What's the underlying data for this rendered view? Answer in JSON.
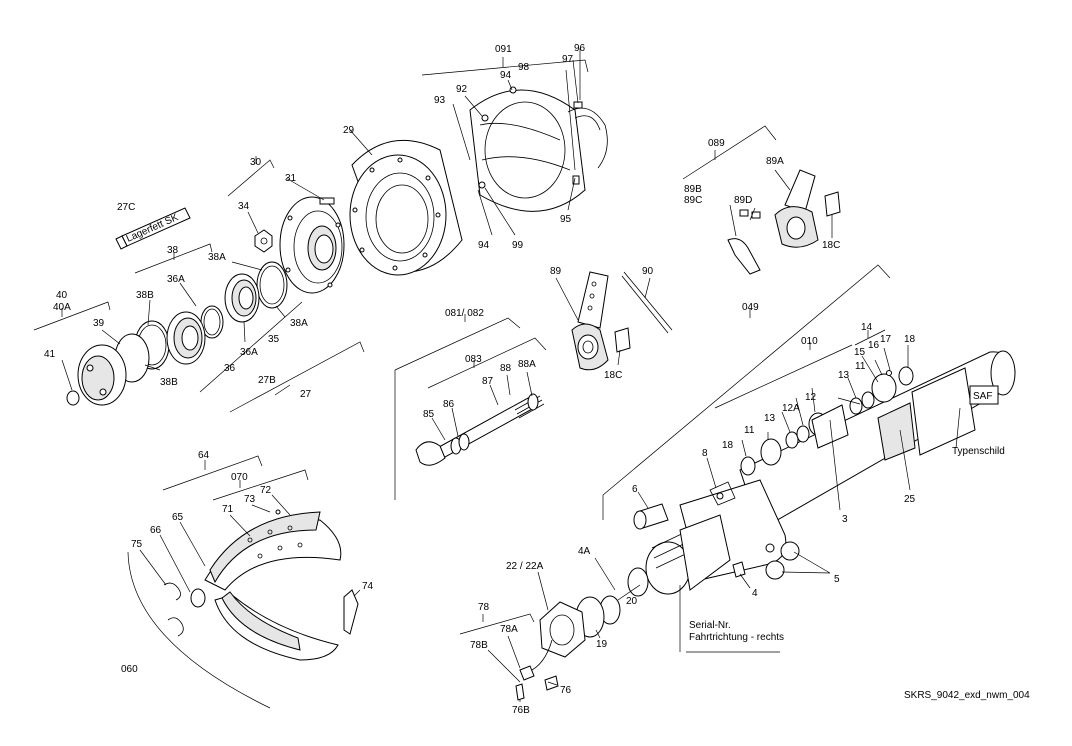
{
  "document_code": "SKRS_9042_exd_nwm_004",
  "labels": {
    "l091": "091",
    "l96": "96",
    "l97": "97",
    "l98": "98",
    "l94a": "94",
    "l92": "92",
    "l93": "93",
    "l29": "29",
    "l95": "95",
    "l94b": "94",
    "l99": "99",
    "l30": "30",
    "l31": "31",
    "l34": "34",
    "l27C": "27C",
    "l27C_text": "Lagerfett SK",
    "l38": "38",
    "l38A_top": "38A",
    "l36A_a": "36A",
    "l38B_a": "38B",
    "l40": "40",
    "l40A": "40A",
    "l39": "39",
    "l41": "41",
    "l38B_b": "38B",
    "l36": "36",
    "l36A_b": "36A",
    "l35": "35",
    "l38A_b": "38A",
    "l27B": "27B",
    "l27": "27",
    "l089": "089",
    "l89A": "89A",
    "l89B": "89B",
    "l89C": "89C",
    "l89D": "89D",
    "l18C_a": "18C",
    "l89": "89",
    "l90": "90",
    "l18C_b": "18C",
    "l081_082": "081/  082",
    "l083": "083",
    "l88": "88",
    "l88A": "88A",
    "l87": "87",
    "l85": "85",
    "l86": "86",
    "l049": "049",
    "l010": "010",
    "l14": "14",
    "l17": "17",
    "l16": "16",
    "l15": "15",
    "l18_a": "18",
    "l13_a": "13",
    "l11_a": "11",
    "l12": "12",
    "l12A": "12A",
    "l13_b": "13",
    "l11_b": "11",
    "l18_b": "18",
    "l8": "8",
    "l3": "3",
    "l25": "25",
    "l6": "6",
    "l5": "5",
    "l4": "4",
    "l4A": "4A",
    "l20": "20",
    "l19": "19",
    "l22": "22 / 22A",
    "l78": "78",
    "l78A": "78A",
    "l78B": "78B",
    "l76": "76",
    "l76B": "76B",
    "l64": "64",
    "l070": "070",
    "l72": "72",
    "l73": "73",
    "l71": "71",
    "l65": "65",
    "l66": "66",
    "l75": "75",
    "l74": "74",
    "l060": "060"
  },
  "callouts": {
    "typenschild": "Typenschild",
    "serial": "Serial-Nr.",
    "direction": "Fahrtrichtung - rechts",
    "saf": "SAF"
  }
}
